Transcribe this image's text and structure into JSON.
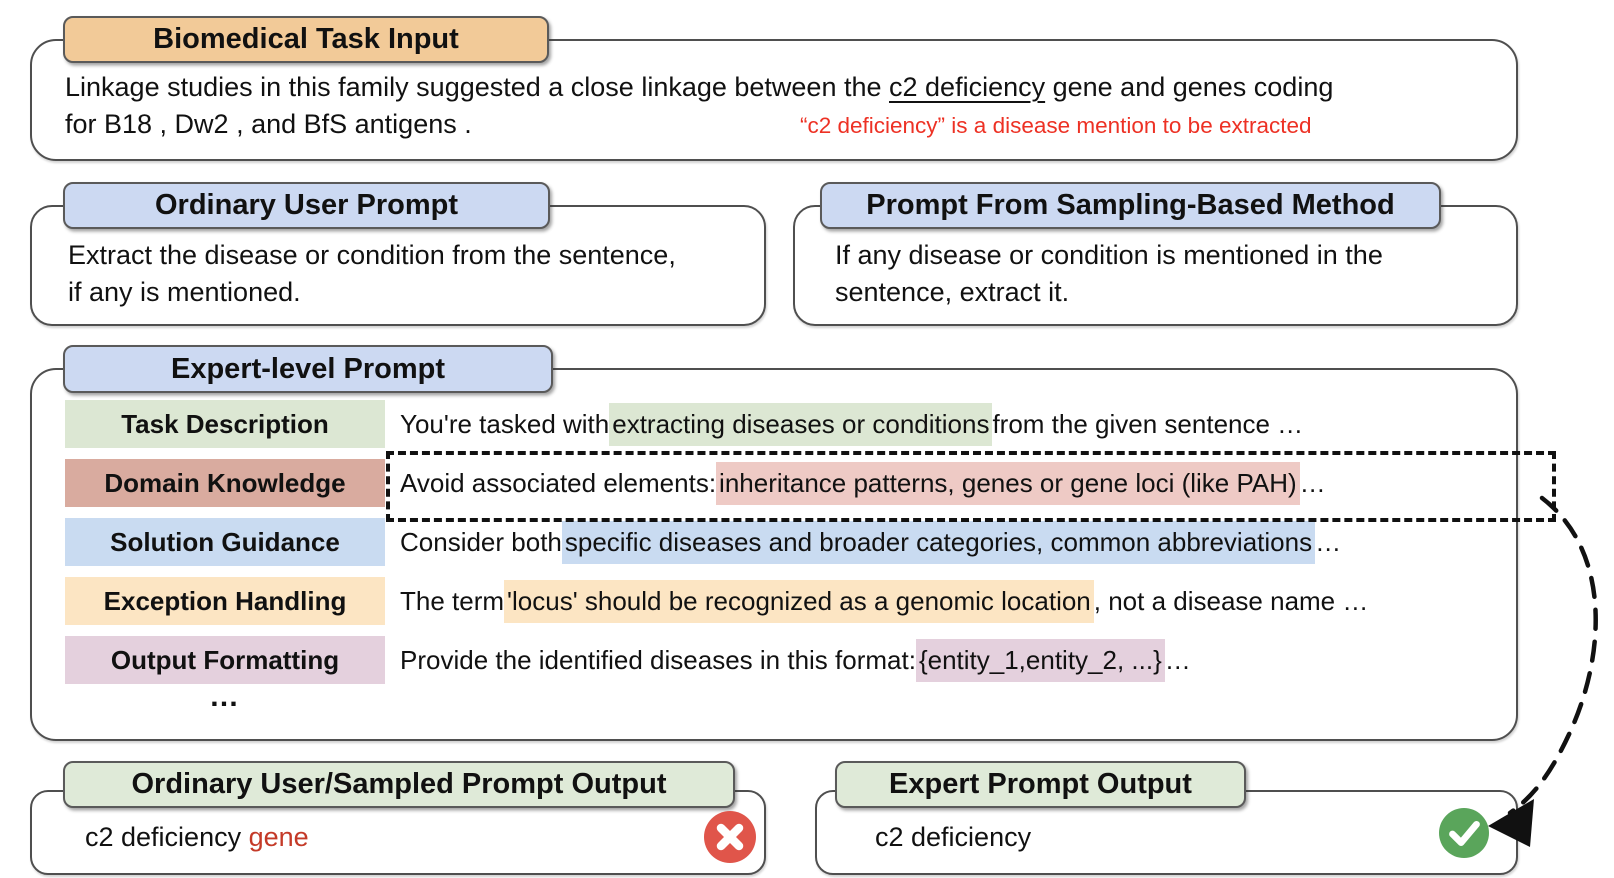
{
  "colors": {
    "tan_header": "#f2ca98",
    "blue_header": "#ccd9f2",
    "green_header": "#dfead8",
    "annotation_red": "#ed3124",
    "wrong_red": "#c43a28",
    "cross_bg": "#e0554a",
    "check_bg": "#5aa55b",
    "label_green": "#dce7d3",
    "label_salmon": "#d9ab9f",
    "label_blue": "#c9dbf1",
    "label_orange": "#fce5c3",
    "label_mauve": "#e4d0dd"
  },
  "task_input": {
    "title": "Biomedical Task Input",
    "sentence_pre": "Linkage studies in this family suggested a close linkage between the ",
    "sentence_entity": "c2 deficiency",
    "sentence_post": " gene and genes coding",
    "sentence_line2": "for B18 , Dw2 , and BfS antigens .",
    "annotation": "“c2 deficiency” is a disease mention to be extracted"
  },
  "ordinary_prompt": {
    "title": "Ordinary User Prompt",
    "line1": "Extract the disease or condition from the sentence,",
    "line2": "if any is mentioned."
  },
  "sampling_prompt": {
    "title": "Prompt From Sampling-Based Method",
    "line1": "If any disease or condition is mentioned in the",
    "line2": "sentence, extract it."
  },
  "expert_prompt": {
    "title": "Expert-level Prompt",
    "more_rows_ellipsis": "…",
    "rows": [
      {
        "label": "Task Description",
        "label_bg": "#dce7d3",
        "pre": "You're tasked with ",
        "highlight": "extracting diseases or conditions",
        "highlight_bg": "#dce7d3",
        "post": " from the given sentence …"
      },
      {
        "label": "Domain Knowledge",
        "label_bg": "#d9ab9f",
        "pre": "Avoid associated elements: ",
        "highlight": "inheritance patterns, genes or gene loci (like PAH)",
        "highlight_bg": "#eecac5",
        "post": " …"
      },
      {
        "label": "Solution Guidance",
        "label_bg": "#c9dbf1",
        "pre": "Consider both ",
        "highlight": "specific diseases and broader categories, common abbreviations",
        "highlight_bg": "#c9dbf1",
        "post": " …"
      },
      {
        "label": "Exception Handling",
        "label_bg": "#fce5c3",
        "pre": "The term ",
        "highlight": "'locus' should be recognized as a genomic location",
        "highlight_bg": "#fce5c3",
        "post": ", not a disease name …"
      },
      {
        "label": "Output Formatting",
        "label_bg": "#e4d0dd",
        "pre": "Provide the identified diseases in this format: ",
        "highlight": "{entity_1,entity_2, ...}",
        "highlight_bg": "#e4d0dd",
        "post": " …"
      }
    ]
  },
  "outputs": {
    "ordinary": {
      "title": "Ordinary User/Sampled Prompt Output",
      "result": "c2 deficiency ",
      "result_wrong": "gene"
    },
    "expert": {
      "title": "Expert Prompt Output",
      "result": "c2 deficiency"
    }
  }
}
